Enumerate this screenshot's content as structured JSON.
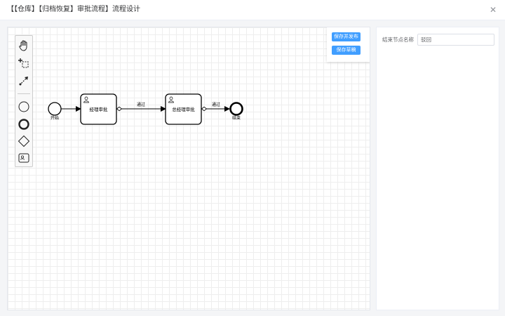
{
  "window": {
    "title": "【【仓库】【归档恢复】审批流程】流程设计"
  },
  "icons": {
    "close": "close-icon",
    "hand": "hand-tool-icon",
    "lasso": "lasso-tool-icon",
    "connect": "global-connect-icon",
    "start_event": "start-event-icon",
    "end_event": "end-event-icon",
    "gateway": "exclusive-gateway-icon",
    "user_task": "user-task-icon"
  },
  "toolbar": {
    "deploy_label": "保存并发布",
    "draft_label": "保存草稿"
  },
  "diagram": {
    "start_label": "开始",
    "task1_label": "经理审批",
    "flow1_label": "通过",
    "task2_label": "总经理审批",
    "flow2_label": "通过",
    "end_label": "结束"
  },
  "properties": {
    "end_name_label": "结束节点名称",
    "end_name_value": "驳回"
  },
  "colors": {
    "accent": "#409eff",
    "grid": "#eeeeee",
    "stroke": "#000000"
  }
}
